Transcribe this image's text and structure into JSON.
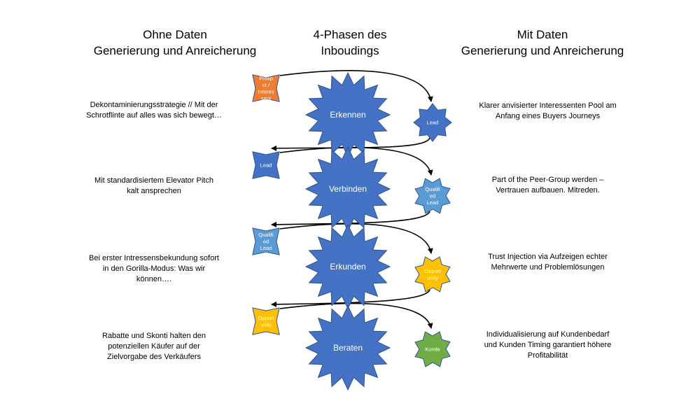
{
  "headings": {
    "left": [
      "Ohne Daten",
      "Generierung und Anreicherung"
    ],
    "center": [
      "4-Phasen des",
      "Inboudings"
    ],
    "right": [
      "Mit Daten",
      "Generierung und Anreicherung"
    ]
  },
  "colors": {
    "phase_fill": "#4472c4",
    "phase_stroke": "#2f528f",
    "prospect": "#ed7d31",
    "lead": "#4472c4",
    "qualified_lead": "#5b9bd5",
    "opportunity": "#ffc000",
    "kunde": "#70ad47"
  },
  "phases": [
    {
      "name": "Erkennen",
      "start_label": [
        "Prosp",
        "ct /",
        "Interes",
        "sent"
      ],
      "start_color": "prospect",
      "end_label": [
        "Lead"
      ],
      "end_color": "lead",
      "left_text": [
        "Dekontaminierungsstrategie // Mit der",
        "Schrotflinte auf alles was sich bewegt…"
      ],
      "right_text": [
        "Klarer anvisierter Interessenten Pool am",
        "Anfang eines Buyers Journeys"
      ]
    },
    {
      "name": "Verbinden",
      "start_label": [
        "Lead"
      ],
      "start_color": "lead",
      "end_label": [
        "Qualifi",
        "ed",
        "Lead"
      ],
      "end_color": "qualified_lead",
      "left_text": [
        "Mit standardisiertem Elevator Pitch",
        "kalt ansprechen"
      ],
      "right_text": [
        "Part of the Peer-Group werden –",
        "Vertrauen aufbauen. Mitreden."
      ]
    },
    {
      "name": "Erkunden",
      "start_label": [
        "Qualifi",
        "ed",
        "Lead"
      ],
      "start_color": "qualified_lead",
      "end_label": [
        "Opport",
        "unity"
      ],
      "end_color": "opportunity",
      "left_text": [
        "Bei erster Intressensbekundung sofort",
        "in den Gorilla-Modus: Was wir",
        "können…."
      ],
      "right_text": [
        "Trust Injection via Aufzeigen echter",
        "Mehrwerte und Problemlösungen"
      ]
    },
    {
      "name": "Beraten",
      "start_label": [
        "Opport",
        "unity"
      ],
      "start_color": "opportunity",
      "end_label": [
        "Kunde"
      ],
      "end_color": "kunde",
      "left_text": [
        "Rabatte und Skonti halten den",
        "potenziellen Käufer auf der",
        "Zielvorgabe des Verkäufers"
      ],
      "right_text": [
        "Individualisierung auf Kundenbedarf",
        "und Kunden Timing garantiert höhere",
        "Profitabilität"
      ]
    }
  ]
}
